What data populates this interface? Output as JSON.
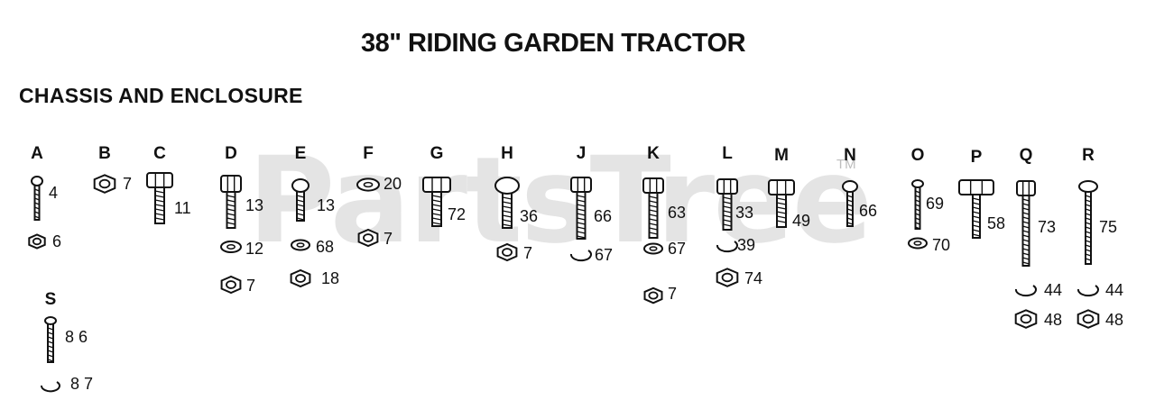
{
  "title": "38\" RIDING GARDEN TRACTOR",
  "subtitle": "CHASSIS AND ENCLOSURE",
  "watermark": "PartsTree",
  "trademark": "TM",
  "columns": [
    {
      "label": "A",
      "parts": [
        "4",
        "6"
      ]
    },
    {
      "label": "B",
      "parts": [
        "7"
      ]
    },
    {
      "label": "C",
      "parts": [
        "11"
      ]
    },
    {
      "label": "D",
      "parts": [
        "13",
        "12",
        "7"
      ]
    },
    {
      "label": "E",
      "parts": [
        "13",
        "68",
        "18"
      ]
    },
    {
      "label": "F",
      "parts": [
        "20",
        "7"
      ]
    },
    {
      "label": "G",
      "parts": [
        "72"
      ]
    },
    {
      "label": "H",
      "parts": [
        "36",
        "7"
      ]
    },
    {
      "label": "J",
      "parts": [
        "66",
        "67"
      ]
    },
    {
      "label": "K",
      "parts": [
        "63",
        "67",
        "7"
      ]
    },
    {
      "label": "L",
      "parts": [
        "33",
        "39",
        "74"
      ]
    },
    {
      "label": "M",
      "parts": [
        "49"
      ]
    },
    {
      "label": "N",
      "parts": [
        "66"
      ]
    },
    {
      "label": "O",
      "parts": [
        "69",
        "70"
      ]
    },
    {
      "label": "P",
      "parts": [
        "58"
      ]
    },
    {
      "label": "Q",
      "parts": [
        "73",
        "44",
        "48"
      ]
    },
    {
      "label": "R",
      "parts": [
        "75",
        "44",
        "48"
      ]
    },
    {
      "label": "S",
      "parts": [
        "8 6",
        "8 7"
      ]
    }
  ]
}
